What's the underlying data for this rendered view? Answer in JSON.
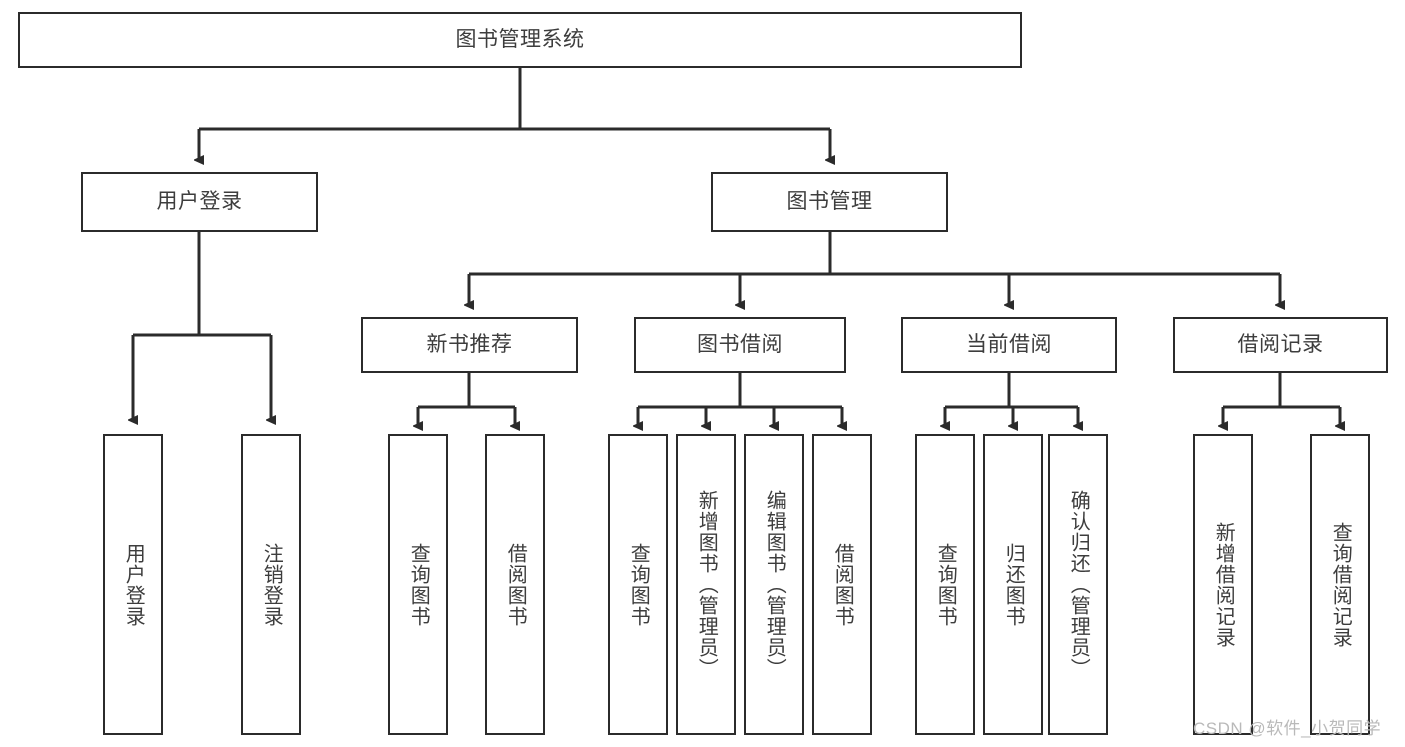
{
  "diagram": {
    "type": "hierarchy-tree",
    "title": "图书管理系统",
    "watermark": "CSDN @软件_小贺同学",
    "colors": {
      "box_border": "#2b2b2b",
      "box_fill": "#ffffff",
      "text": "#3d3d3d",
      "connector": "#2b2b2b",
      "watermark": "#b9b9b9"
    },
    "levels": {
      "root": "图书管理系统",
      "level2": [
        "用户登录",
        "图书管理"
      ],
      "level3": [
        "新书推荐",
        "图书借阅",
        "当前借阅",
        "借阅记录"
      ]
    },
    "nodes": {
      "root": {
        "label": "图书管理系统"
      },
      "user_login": {
        "label": "用户登录"
      },
      "book_mgmt": {
        "label": "图书管理"
      },
      "new_book_rec": {
        "label": "新书推荐"
      },
      "book_borrow": {
        "label": "图书借阅"
      },
      "current_borrow": {
        "label": "当前借阅"
      },
      "borrow_record": {
        "label": "借阅记录"
      },
      "leaf_user_login": {
        "label": "用户登录"
      },
      "leaf_user_logout": {
        "label": "注销登录"
      },
      "leaf_rec_query_book": {
        "label": "查询图书"
      },
      "leaf_rec_borrow_book": {
        "label": "借阅图书"
      },
      "leaf_borrow_query_book": {
        "label": "查询图书"
      },
      "leaf_borrow_add_book": {
        "label": "新增图书（管理员）"
      },
      "leaf_borrow_edit_book": {
        "label": "编辑图书（管理员）"
      },
      "leaf_borrow_borrow_book": {
        "label": "借阅图书"
      },
      "leaf_cur_query_book": {
        "label": "查询图书"
      },
      "leaf_cur_return_book": {
        "label": "归还图书"
      },
      "leaf_cur_confirm_return": {
        "label": "确认归还（管理员）"
      },
      "leaf_rec_add_record": {
        "label": "新增借阅记录"
      },
      "leaf_rec_query_record": {
        "label": "查询借阅记录"
      }
    }
  }
}
